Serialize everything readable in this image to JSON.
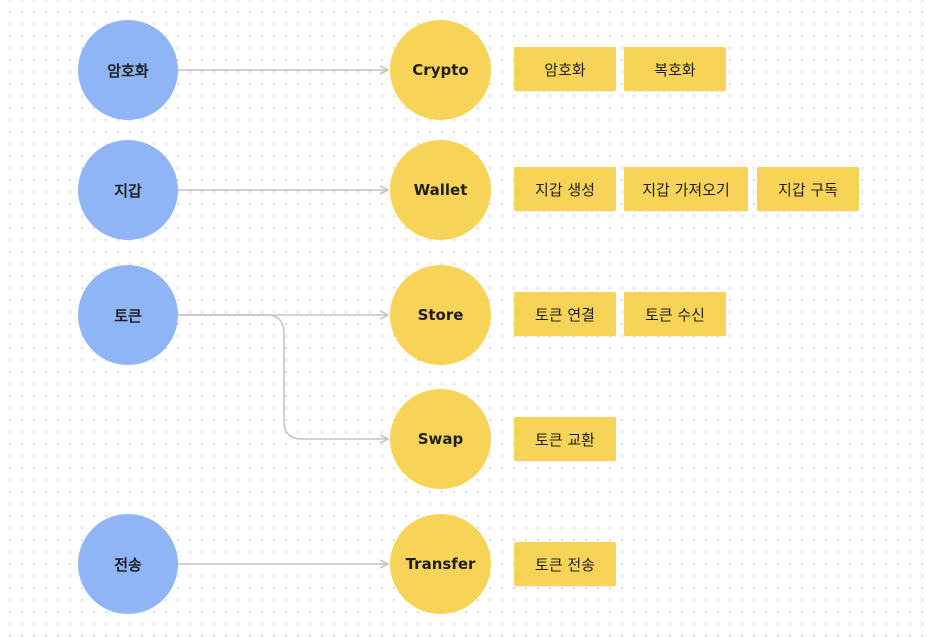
{
  "groups": [
    {
      "label": "암호화",
      "modules": [
        {
          "label": "Crypto",
          "items": [
            "암호화",
            "복호화"
          ]
        }
      ]
    },
    {
      "label": "지갑",
      "modules": [
        {
          "label": "Wallet",
          "items": [
            "지갑 생성",
            "지갑 가져오기",
            "지갑 구독"
          ]
        }
      ]
    },
    {
      "label": "토큰",
      "modules": [
        {
          "label": "Store",
          "items": [
            "토큰 연결",
            "토큰 수신"
          ]
        },
        {
          "label": "Swap",
          "items": [
            "토큰 교환"
          ]
        }
      ]
    },
    {
      "label": "전송",
      "modules": [
        {
          "label": "Transfer",
          "items": [
            "토큰 전송"
          ]
        }
      ]
    }
  ],
  "colors": {
    "group_node": "#8fb5f7",
    "module_node": "#f7d358",
    "tag": "#f7d358",
    "connector": "#c4c4c4",
    "background": "#ffffff",
    "dot_grid": "#d9d9d9"
  }
}
